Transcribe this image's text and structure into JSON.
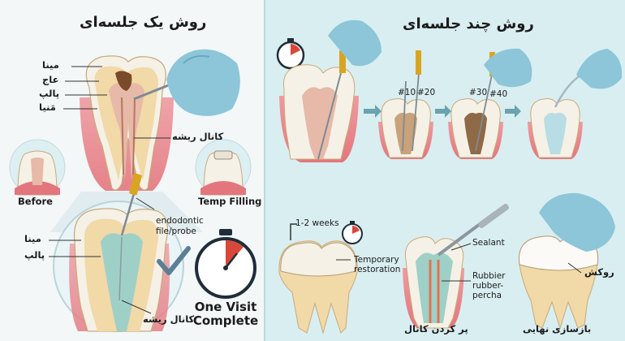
{
  "left_panel": {
    "title": "روش یک جلسه‌ای",
    "top_tooth_labels": [
      "مینا",
      "عاج",
      "پالپ",
      "مَنیا"
    ],
    "root_canal_label": "کانال ریشه",
    "before_label": "Before",
    "temp_filling_label": "Temp Filling",
    "file_label": "endodontic\nfile/probe",
    "zoom_labels": [
      "مینا",
      "پالپ"
    ],
    "zoom_canal_label": "کانال ریشه",
    "one_visit_label": "One Visit\nComplete"
  },
  "right_panel": {
    "title": "روش چند جلسه‌ای",
    "file_sizes": [
      "#10",
      "#20",
      "#30",
      "#40"
    ],
    "weeks_label": "1-2 weeks",
    "temporary_restoration_label": "Temporary\nrestoration",
    "sealant_label": "Sealant",
    "gutta_label": "Rubbier\nrubber-\npercha",
    "filling_caption": "پر کردن کانال",
    "crown_label": "روکش",
    "final_caption": "بازسازی نهایی"
  },
  "colors": {
    "enamel": "#f7f4ec",
    "dentin": "#f1d9a8",
    "pulp": "#e7b9a8",
    "gum": "#e9848a",
    "glove": "#8cc6d8",
    "clock_red": "#d9473a",
    "check": "#5b7f95"
  }
}
